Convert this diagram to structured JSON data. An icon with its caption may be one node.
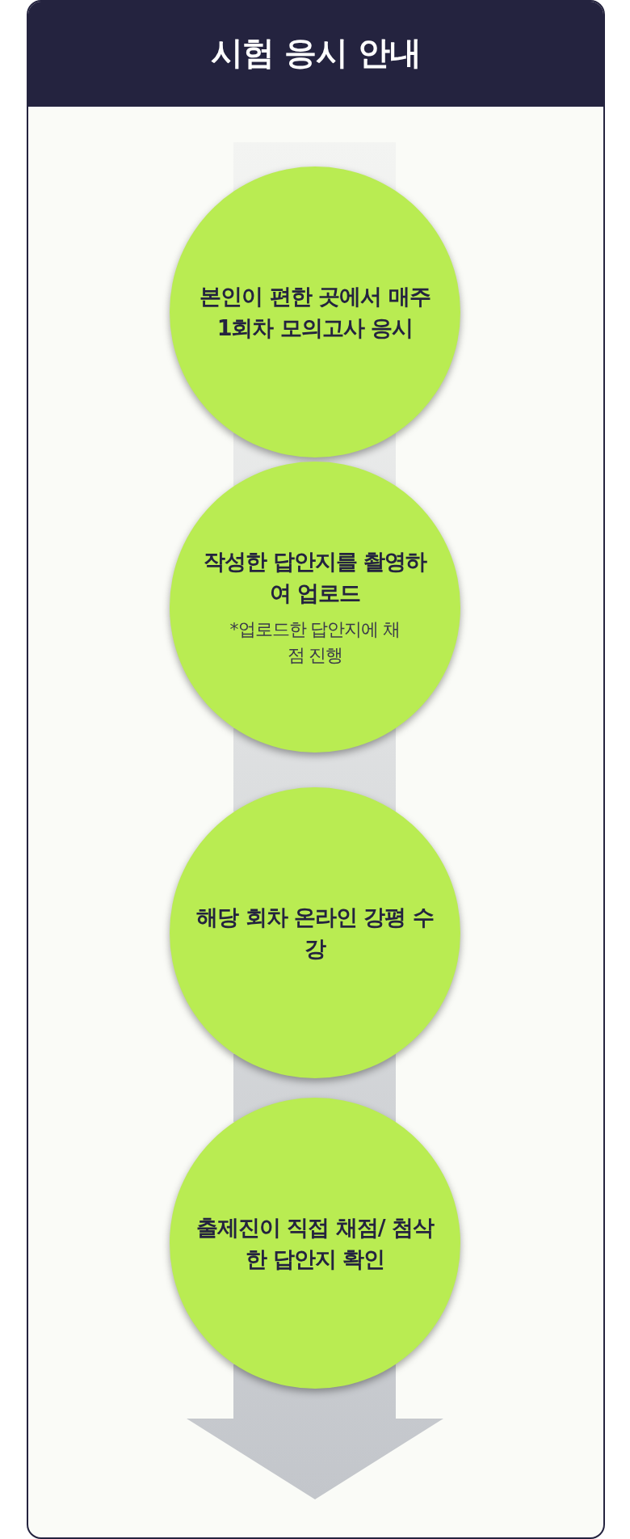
{
  "diagram": {
    "title": "시험 응시 안내",
    "nodes": [
      {
        "text": [
          "본인이 편한 곳에서 매주 1회차 모의고사 응시"
        ]
      },
      {
        "text": [
          "작성한 답안지를 촬영하여 업로드",
          "*업로드한 답안지에 채점 진행"
        ]
      },
      {
        "text": [
          "해당 회차 온라인 강평 수강"
        ]
      },
      {
        "text": [
          "출제진이 직접 채점/ 첨삭한 답안지 확인"
        ]
      }
    ],
    "edges": [
      {
        "from": null,
        "to": 0,
        "arrow": "none"
      },
      {
        "from": 0,
        "to": 1,
        "arrow": "none"
      },
      {
        "from": 1,
        "to": 2,
        "arrow": "none"
      },
      {
        "from": 2,
        "to": 3,
        "arrow": "none"
      },
      {
        "from": 3,
        "to": null,
        "arrow": "to"
      }
    ]
  }
}
